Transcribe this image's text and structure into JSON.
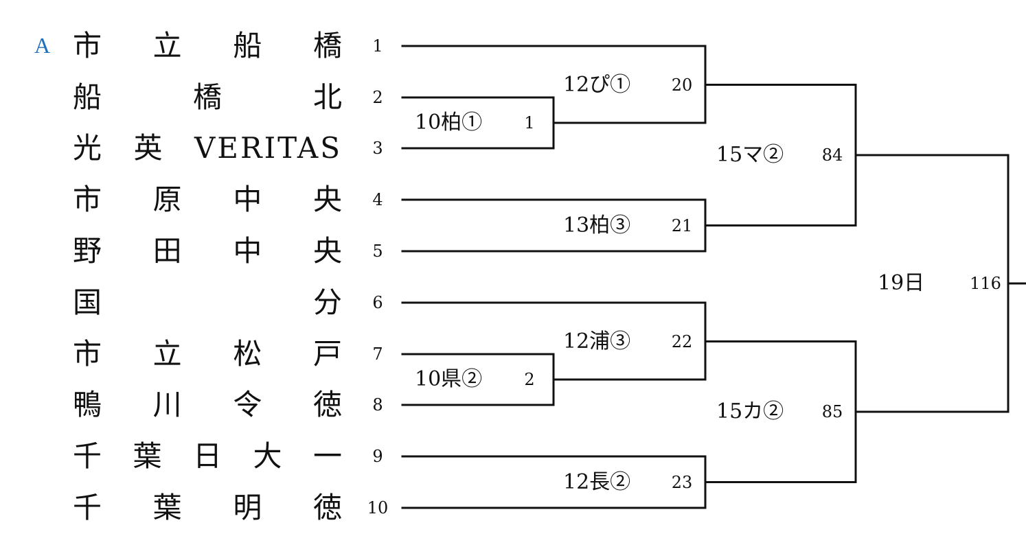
{
  "block_label": "A",
  "accent_color": "#1f6fbf",
  "line_color": "#111111",
  "teams": [
    {
      "slot": "1",
      "name": "市立船橋"
    },
    {
      "slot": "2",
      "name": "船橋北"
    },
    {
      "slot": "3",
      "name": "光英VERITAS"
    },
    {
      "slot": "4",
      "name": "市原中央"
    },
    {
      "slot": "5",
      "name": "野田中央"
    },
    {
      "slot": "6",
      "name": "国分"
    },
    {
      "slot": "7",
      "name": "市立松戸"
    },
    {
      "slot": "8",
      "name": "鴨川令徳"
    },
    {
      "slot": "9",
      "name": "千葉日大一"
    },
    {
      "slot": "10",
      "name": "千葉明徳"
    }
  ],
  "games": [
    {
      "id": "g1",
      "label": "10柏①",
      "number": "1"
    },
    {
      "id": "g2",
      "label": "10県②",
      "number": "2"
    },
    {
      "id": "g20",
      "label": "12ぴ①",
      "number": "20"
    },
    {
      "id": "g21",
      "label": "13柏③",
      "number": "21"
    },
    {
      "id": "g22",
      "label": "12浦③",
      "number": "22"
    },
    {
      "id": "g23",
      "label": "12長②",
      "number": "23"
    },
    {
      "id": "g84",
      "label": "15マ②",
      "number": "84"
    },
    {
      "id": "g85",
      "label": "15カ②",
      "number": "85"
    },
    {
      "id": "g116",
      "label": "19日",
      "number": "116"
    }
  ]
}
